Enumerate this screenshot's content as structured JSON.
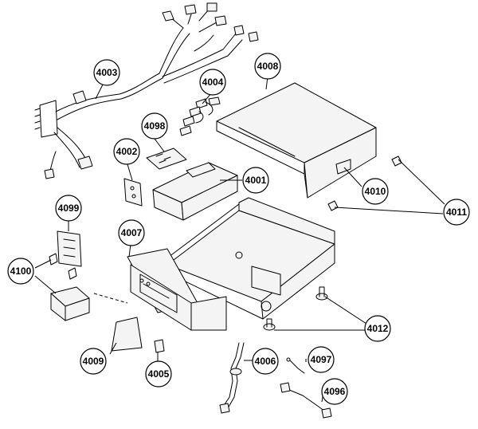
{
  "callouts": {
    "c4003": "4003",
    "c4004": "4004",
    "c4008": "4008",
    "c4098": "4098",
    "c4002": "4002",
    "c4001": "4001",
    "c4010": "4010",
    "c4011": "4011",
    "c4099": "4099",
    "c4007": "4007",
    "c4100": "4100",
    "c4012": "4012",
    "c4009": "4009",
    "c4006": "4006",
    "c4097": "4097",
    "c4005": "4005",
    "c4096": "4096"
  }
}
